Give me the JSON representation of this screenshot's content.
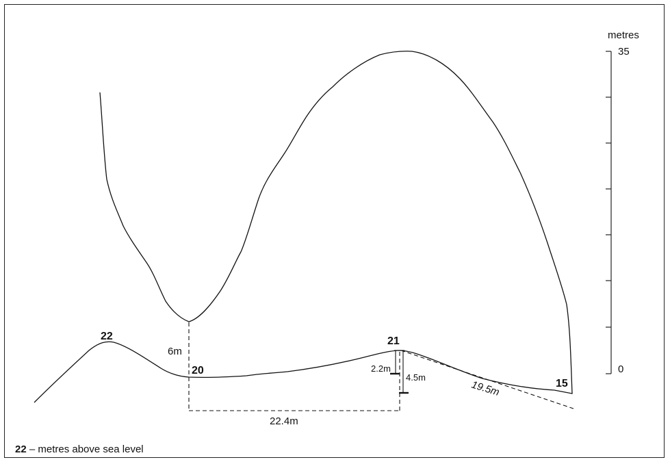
{
  "axis": {
    "unit_label": "metres",
    "top_value": "35",
    "bottom_value": "0"
  },
  "points": {
    "p22": "22",
    "p20": "20",
    "p21": "21",
    "p15": "15"
  },
  "measurements": {
    "height_6m": "6m",
    "dist_22_4m": "22.4m",
    "height_2_2m": "2.2m",
    "height_4_5m": "4.5m",
    "slope_19_5m": "19.5m"
  },
  "legend": {
    "key": "22",
    "text": " – metres above sea level"
  }
}
